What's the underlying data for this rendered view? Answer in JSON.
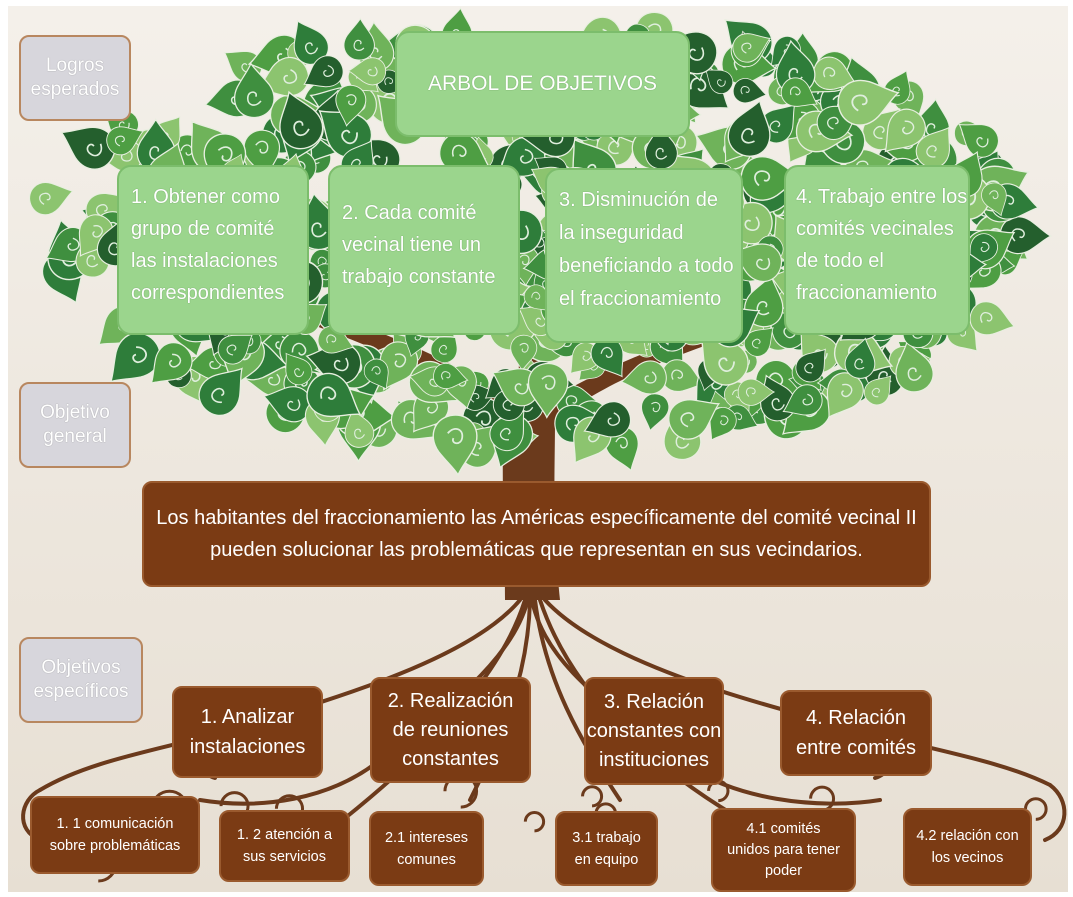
{
  "title": "ARBOL DE OBJETIVOS",
  "side_labels": {
    "logros": [
      "Logros",
      "esperados"
    ],
    "general": [
      "Objetivo",
      "general"
    ],
    "especificos": [
      "Objetivos",
      "específicos"
    ]
  },
  "logros": [
    [
      "1. Obtener como",
      "grupo de comité",
      "las instalaciones",
      "correspondientes"
    ],
    [
      "2. Cada comité",
      "vecinal tiene un",
      "trabajo constante"
    ],
    [
      "3. Disminución de",
      "la inseguridad",
      "beneficiando a todo",
      "el fraccionamiento"
    ],
    [
      "4. Trabajo entre los",
      "comités vecinales",
      "de todo el",
      "fraccionamiento"
    ]
  ],
  "objetivo_general": [
    "Los habitantes del fraccionamiento las Américas específicamente del comité vecinal II",
    "pueden solucionar las problemáticas que representan en sus vecindarios."
  ],
  "especificos": [
    [
      "1. Analizar",
      "instalaciones"
    ],
    [
      "2. Realización",
      "de reuniones",
      "constantes"
    ],
    [
      "3. Relación",
      "constantes con",
      "instituciones"
    ],
    [
      "4. Relación",
      "entre comités"
    ]
  ],
  "sub_objetivos": [
    [
      "1. 1 comunicación",
      "sobre problemáticas"
    ],
    [
      "1. 2 atención a",
      "sus servicios"
    ],
    [
      "2.1 intereses",
      "comunes"
    ],
    [
      "3.1 trabajo",
      "en equipo"
    ],
    [
      "4.1 comités",
      "unidos para tener",
      "poder"
    ],
    [
      "4.2 relación con",
      "los vecinos"
    ]
  ],
  "colors": {
    "leaf_dark": "#2e7d3a",
    "leaf_mid": "#4e9e43",
    "leaf_light": "#8cc46f",
    "box_green": "#9bd58d",
    "box_brown": "#7b3b14",
    "trunk": "#6b3a1c",
    "background": "#efe9e0"
  }
}
